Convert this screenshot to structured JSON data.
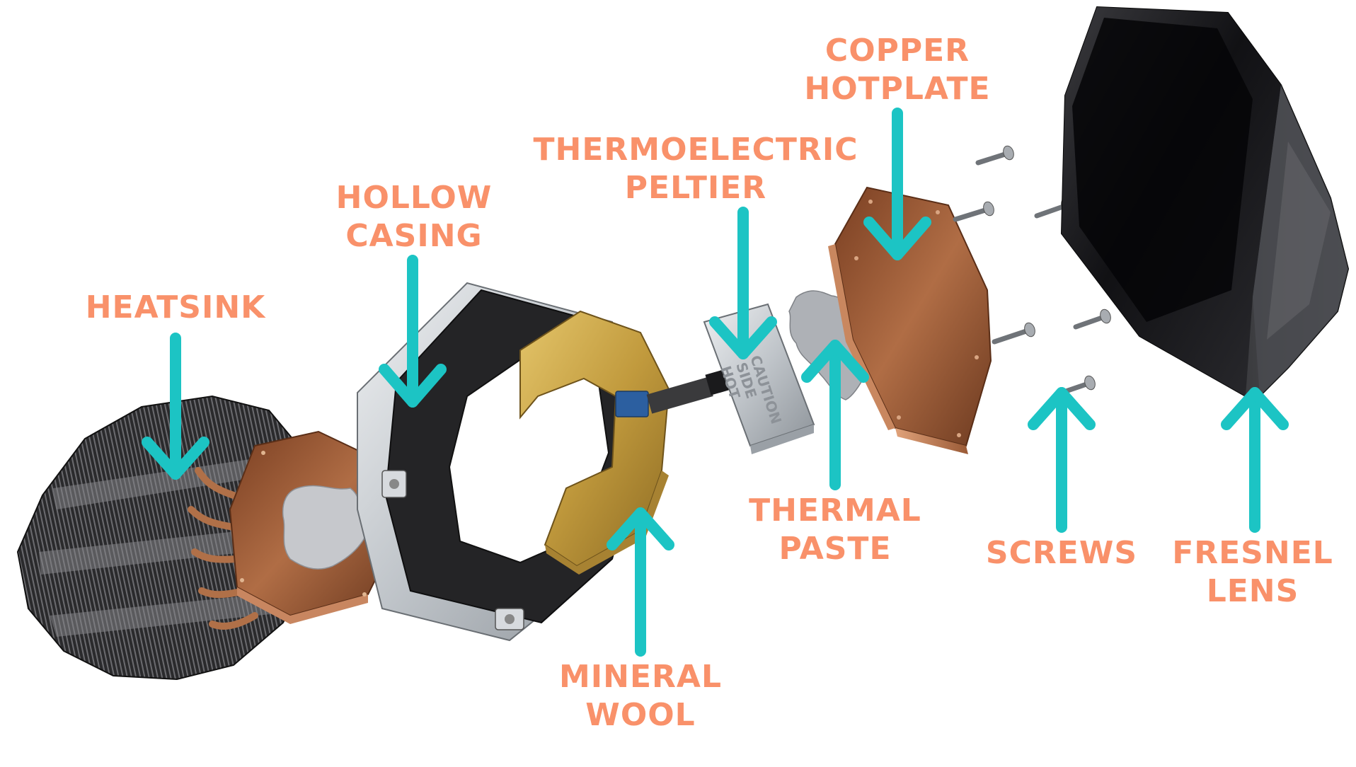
{
  "labels": {
    "heatsink": [
      "HEATSINK"
    ],
    "hollow_casing": [
      "HOLLOW",
      "CASING"
    ],
    "thermoelectric_peltier": [
      "THERMOELECTRIC",
      "PELTIER"
    ],
    "copper_hotplate": [
      "COPPER",
      "HOTPLATE"
    ],
    "thermal_paste": [
      "THERMAL",
      "PASTE"
    ],
    "mineral_wool": [
      "MINERAL",
      "WOOL"
    ],
    "screws": [
      "SCREWS"
    ],
    "fresnel_lens": [
      "FRESNEL",
      "LENS"
    ]
  },
  "peltier_marking": [
    "CAUTION",
    "SIDE",
    "HOT"
  ],
  "colors": {
    "label": "#f9916a",
    "arrow": "#1cc4c4",
    "copper": "#a8633e",
    "gold": "#c9a447",
    "steel": "#c8ccd0",
    "black": "#1c1c1e"
  }
}
